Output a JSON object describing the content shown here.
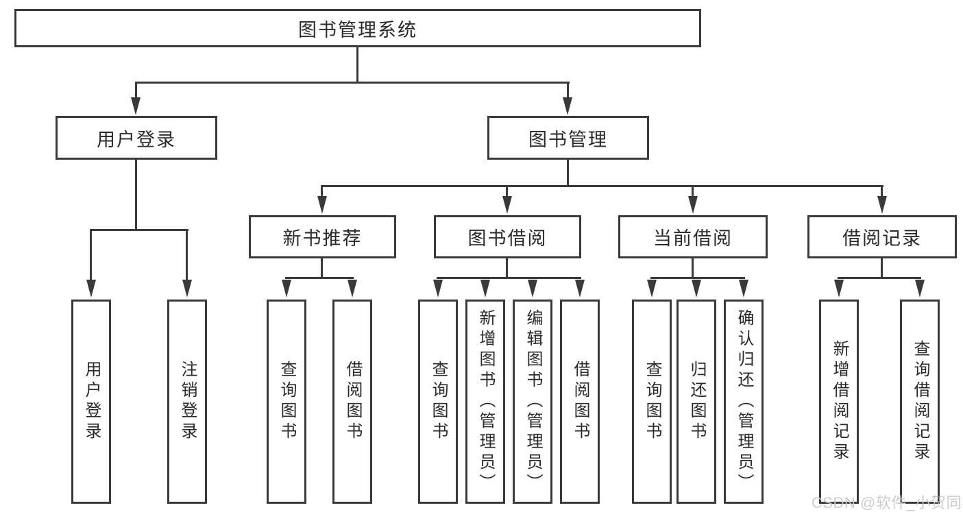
{
  "diagram": {
    "root_label": "图书管理系统",
    "user_branch": {
      "label": "用户登录",
      "leaves": [
        "用户登录",
        "注销登录"
      ]
    },
    "book_branch": {
      "label": "图书管理",
      "groups": [
        {
          "label": "新书推荐",
          "leaves": [
            "查询图书",
            "借阅图书"
          ]
        },
        {
          "label": "图书借阅",
          "leaves": [
            "查询图书",
            "新增图书（管理员）",
            "编辑图书（管理员）",
            "借阅图书"
          ]
        },
        {
          "label": "当前借阅",
          "leaves": [
            "查询图书",
            "归还图书",
            "确认归还（管理员）"
          ]
        },
        {
          "label": "借阅记录",
          "leaves": [
            "新增借阅记录",
            "查询借阅记录"
          ]
        }
      ]
    }
  },
  "watermark": "CSDN @软件_小贺同学",
  "colors": {
    "line": "#3a3a3a",
    "box_background": "#ffffff",
    "text": "#2a2a2a",
    "watermark": "#c9c9ce"
  }
}
